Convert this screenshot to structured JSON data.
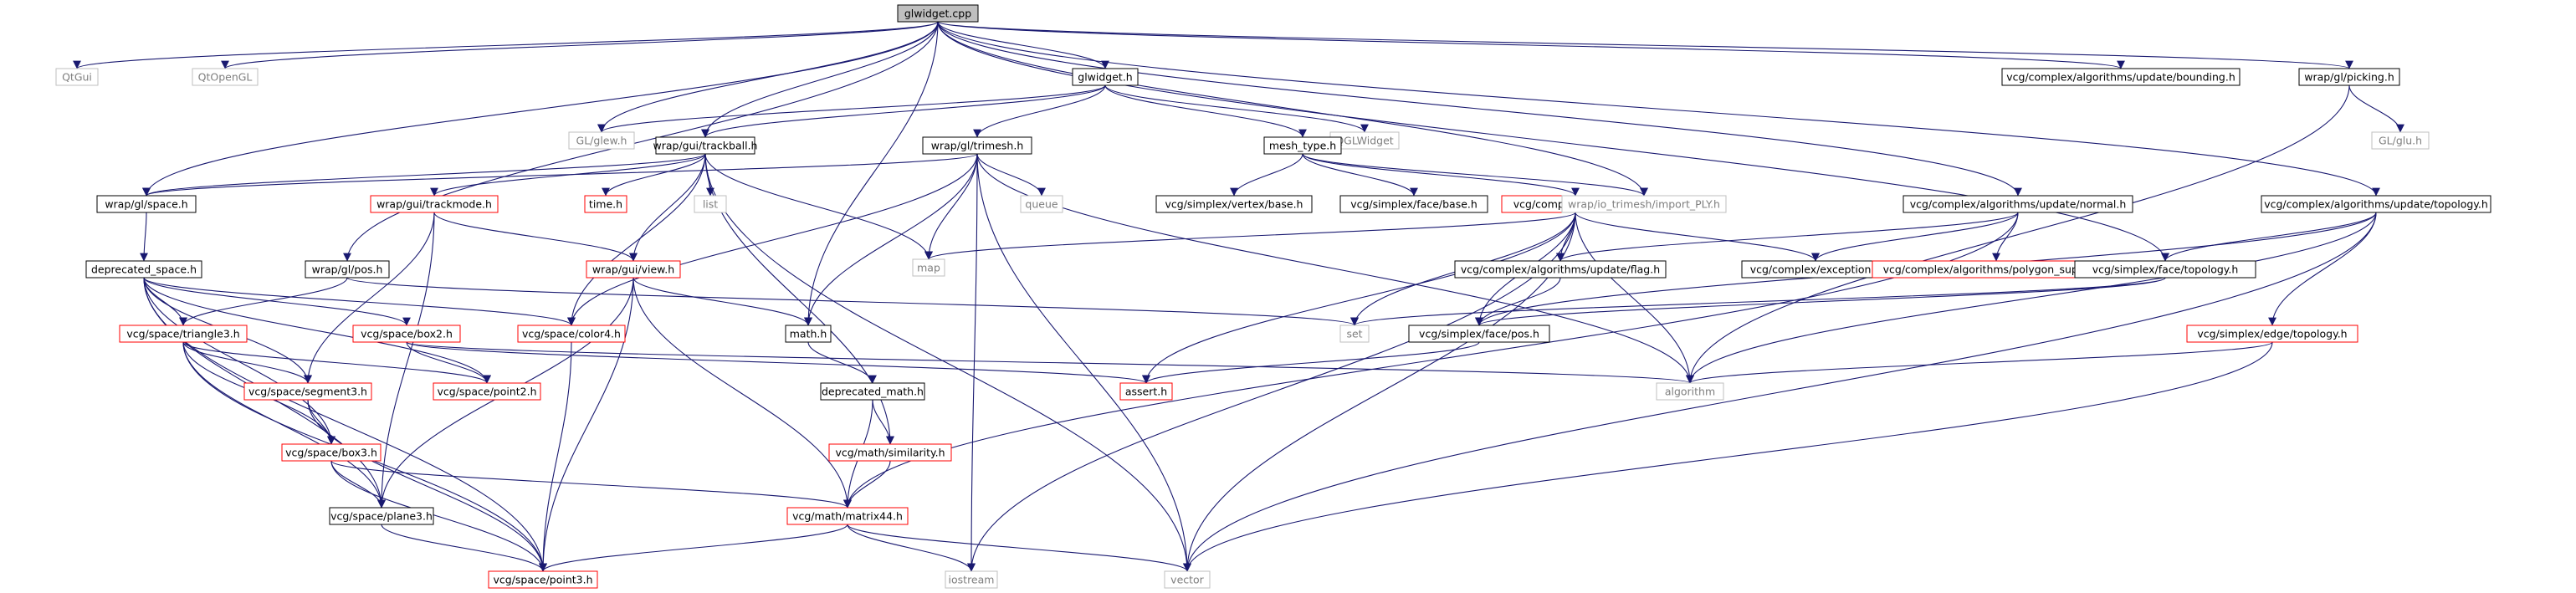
{
  "graph": {
    "colors": {
      "edge": "#191970",
      "root_fill": "#bfbfbf",
      "node_fill": "#ffffff",
      "border_default": "#000000",
      "border_red": "#ff0000",
      "border_gray": "#bfbfbf",
      "text_default": "#000000",
      "text_gray": "#7f7f7f"
    },
    "nodes": [
      {
        "id": "root",
        "label": "glwidget.cpp",
        "style": "root"
      },
      {
        "id": "qtgui",
        "label": "QtGui",
        "style": "gray"
      },
      {
        "id": "qtopengl",
        "label": "QtOpenGL",
        "style": "gray"
      },
      {
        "id": "glwidget_h",
        "label": "glwidget.h",
        "style": "black"
      },
      {
        "id": "bounding",
        "label": "vcg/complex/algorithms/update/bounding.h",
        "style": "black"
      },
      {
        "id": "picking",
        "label": "wrap/gl/picking.h",
        "style": "black"
      },
      {
        "id": "glew",
        "label": "GL/glew.h",
        "style": "gray"
      },
      {
        "id": "trackball",
        "label": "wrap/gui/trackball.h",
        "style": "black"
      },
      {
        "id": "qglwidget",
        "label": "QGLWidget",
        "style": "gray"
      },
      {
        "id": "glu",
        "label": "GL/glu.h",
        "style": "gray"
      },
      {
        "id": "trimesh",
        "label": "wrap/gl/trimesh.h",
        "style": "black"
      },
      {
        "id": "mesh_type",
        "label": "mesh_type.h",
        "style": "black"
      },
      {
        "id": "wrap_space",
        "label": "wrap/gl/space.h",
        "style": "black"
      },
      {
        "id": "trackmode",
        "label": "wrap/gui/trackmode.h",
        "style": "red"
      },
      {
        "id": "time",
        "label": "time.h",
        "style": "red"
      },
      {
        "id": "list",
        "label": "list",
        "style": "gray"
      },
      {
        "id": "queue",
        "label": "queue",
        "style": "gray"
      },
      {
        "id": "vertex_base",
        "label": "vcg/simplex/vertex/base.h",
        "style": "black"
      },
      {
        "id": "face_base",
        "label": "vcg/simplex/face/base.h",
        "style": "black"
      },
      {
        "id": "complex",
        "label": "vcg/complex/complex.h",
        "style": "red"
      },
      {
        "id": "import_ply",
        "label": "wrap/io_trimesh/import_PLY.h",
        "style": "gray"
      },
      {
        "id": "update_normal",
        "label": "vcg/complex/algorithms/update/normal.h",
        "style": "black"
      },
      {
        "id": "update_topology",
        "label": "vcg/complex/algorithms/update/topology.h",
        "style": "black"
      },
      {
        "id": "deprecated_space",
        "label": "deprecated_space.h",
        "style": "black"
      },
      {
        "id": "wrap_pos",
        "label": "wrap/gl/pos.h",
        "style": "black"
      },
      {
        "id": "view",
        "label": "wrap/gui/view.h",
        "style": "red"
      },
      {
        "id": "map",
        "label": "map",
        "style": "gray"
      },
      {
        "id": "update_flag",
        "label": "vcg/complex/algorithms/update/flag.h",
        "style": "black"
      },
      {
        "id": "exception",
        "label": "vcg/complex/exception.h",
        "style": "black"
      },
      {
        "id": "polygon_support",
        "label": "vcg/complex/algorithms/polygon_support.h",
        "style": "red"
      },
      {
        "id": "face_topology",
        "label": "vcg/simplex/face/topology.h",
        "style": "black"
      },
      {
        "id": "triangle3",
        "label": "vcg/space/triangle3.h",
        "style": "red"
      },
      {
        "id": "box2",
        "label": "vcg/space/box2.h",
        "style": "red"
      },
      {
        "id": "color4",
        "label": "vcg/space/color4.h",
        "style": "red"
      },
      {
        "id": "math_h",
        "label": "math.h",
        "style": "black"
      },
      {
        "id": "set",
        "label": "set",
        "style": "gray"
      },
      {
        "id": "face_pos",
        "label": "vcg/simplex/face/pos.h",
        "style": "black"
      },
      {
        "id": "edge_topology",
        "label": "vcg/simplex/edge/topology.h",
        "style": "red"
      },
      {
        "id": "segment3",
        "label": "vcg/space/segment3.h",
        "style": "red"
      },
      {
        "id": "point2",
        "label": "vcg/space/point2.h",
        "style": "red"
      },
      {
        "id": "deprecated_math",
        "label": "deprecated_math.h",
        "style": "black"
      },
      {
        "id": "assert_h",
        "label": "assert.h",
        "style": "red"
      },
      {
        "id": "algorithm",
        "label": "algorithm",
        "style": "gray"
      },
      {
        "id": "box3",
        "label": "vcg/space/box3.h",
        "style": "red"
      },
      {
        "id": "similarity",
        "label": "vcg/math/similarity.h",
        "style": "red"
      },
      {
        "id": "plane3",
        "label": "vcg/space/plane3.h",
        "style": "black"
      },
      {
        "id": "matrix44",
        "label": "vcg/math/matrix44.h",
        "style": "red"
      },
      {
        "id": "iostream",
        "label": "iostream",
        "style": "gray"
      },
      {
        "id": "vector",
        "label": "vector",
        "style": "gray"
      },
      {
        "id": "point3",
        "label": "vcg/space/point3.h",
        "style": "red"
      }
    ],
    "edges": [
      [
        "root",
        "qtgui"
      ],
      [
        "root",
        "qtopengl"
      ],
      [
        "root",
        "glwidget_h"
      ],
      [
        "root",
        "glew"
      ],
      [
        "root",
        "trackball"
      ],
      [
        "root",
        "wrap_space"
      ],
      [
        "root",
        "wrap_pos"
      ],
      [
        "root",
        "math_h"
      ],
      [
        "root",
        "import_ply"
      ],
      [
        "root",
        "update_normal"
      ],
      [
        "root",
        "bounding"
      ],
      [
        "root",
        "picking"
      ],
      [
        "root",
        "update_topology"
      ],
      [
        "root",
        "face_topology"
      ],
      [
        "glwidget_h",
        "glew"
      ],
      [
        "glwidget_h",
        "trackball"
      ],
      [
        "glwidget_h",
        "trimesh"
      ],
      [
        "glwidget_h",
        "mesh_type"
      ],
      [
        "glwidget_h",
        "qglwidget"
      ],
      [
        "picking",
        "glu"
      ],
      [
        "picking",
        "algorithm"
      ],
      [
        "trackball",
        "time"
      ],
      [
        "trackball",
        "list"
      ],
      [
        "trackball",
        "trackmode"
      ],
      [
        "trackball",
        "view"
      ],
      [
        "trackball",
        "map"
      ],
      [
        "trackball",
        "vector"
      ],
      [
        "trackball",
        "similarity"
      ],
      [
        "trackball",
        "color4"
      ],
      [
        "trackball",
        "wrap_space"
      ],
      [
        "trimesh",
        "queue"
      ],
      [
        "trimesh",
        "map"
      ],
      [
        "trimesh",
        "iostream"
      ],
      [
        "trimesh",
        "vector"
      ],
      [
        "trimesh",
        "algorithm"
      ],
      [
        "trimesh",
        "math_h"
      ],
      [
        "trimesh",
        "color4"
      ],
      [
        "trimesh",
        "wrap_space"
      ],
      [
        "mesh_type",
        "vertex_base"
      ],
      [
        "mesh_type",
        "face_base"
      ],
      [
        "mesh_type",
        "complex"
      ],
      [
        "mesh_type",
        "import_ply"
      ],
      [
        "wrap_space",
        "deprecated_space"
      ],
      [
        "trackmode",
        "view"
      ],
      [
        "trackmode",
        "plane3"
      ],
      [
        "trackmode",
        "segment3"
      ],
      [
        "complex",
        "map"
      ],
      [
        "complex",
        "set"
      ],
      [
        "complex",
        "iostream"
      ],
      [
        "complex",
        "vector"
      ],
      [
        "complex",
        "assert_h"
      ],
      [
        "complex",
        "algorithm"
      ],
      [
        "complex",
        "update_flag"
      ],
      [
        "complex",
        "exception"
      ],
      [
        "complex",
        "face_pos"
      ],
      [
        "update_normal",
        "exception"
      ],
      [
        "update_normal",
        "polygon_support"
      ],
      [
        "update_normal",
        "update_flag"
      ],
      [
        "update_normal",
        "matrix44"
      ],
      [
        "update_topology",
        "face_topology"
      ],
      [
        "update_topology",
        "edge_topology"
      ],
      [
        "update_topology",
        "algorithm"
      ],
      [
        "update_topology",
        "vector"
      ],
      [
        "update_topology",
        "face_pos"
      ],
      [
        "deprecated_space",
        "triangle3"
      ],
      [
        "deprecated_space",
        "box2"
      ],
      [
        "deprecated_space",
        "color4"
      ],
      [
        "deprecated_space",
        "point2"
      ],
      [
        "deprecated_space",
        "segment3"
      ],
      [
        "deprecated_space",
        "box3"
      ],
      [
        "deprecated_space",
        "plane3"
      ],
      [
        "deprecated_space",
        "point3"
      ],
      [
        "wrap_pos",
        "triangle3"
      ],
      [
        "wrap_pos",
        "set"
      ],
      [
        "view",
        "math_h"
      ],
      [
        "view",
        "plane3"
      ],
      [
        "view",
        "point3"
      ],
      [
        "view",
        "matrix44"
      ],
      [
        "update_flag",
        "face_pos"
      ],
      [
        "face_topology",
        "set"
      ],
      [
        "face_topology",
        "face_pos"
      ],
      [
        "triangle3",
        "segment3"
      ],
      [
        "triangle3",
        "point2"
      ],
      [
        "triangle3",
        "box3"
      ],
      [
        "triangle3",
        "plane3"
      ],
      [
        "triangle3",
        "point3"
      ],
      [
        "box2",
        "point2"
      ],
      [
        "box2",
        "assert_h"
      ],
      [
        "box2",
        "algorithm"
      ],
      [
        "color4",
        "point3"
      ],
      [
        "math_h",
        "deprecated_math"
      ],
      [
        "face_pos",
        "assert_h"
      ],
      [
        "edge_topology",
        "algorithm"
      ],
      [
        "edge_topology",
        "vector"
      ],
      [
        "segment3",
        "box3"
      ],
      [
        "segment3",
        "point3"
      ],
      [
        "deprecated_math",
        "similarity"
      ],
      [
        "deprecated_math",
        "matrix44"
      ],
      [
        "box3",
        "plane3"
      ],
      [
        "box3",
        "point3"
      ],
      [
        "box3",
        "matrix44"
      ],
      [
        "similarity",
        "matrix44"
      ],
      [
        "plane3",
        "point3"
      ],
      [
        "matrix44",
        "point3"
      ],
      [
        "matrix44",
        "iostream"
      ],
      [
        "matrix44",
        "vector"
      ]
    ]
  }
}
